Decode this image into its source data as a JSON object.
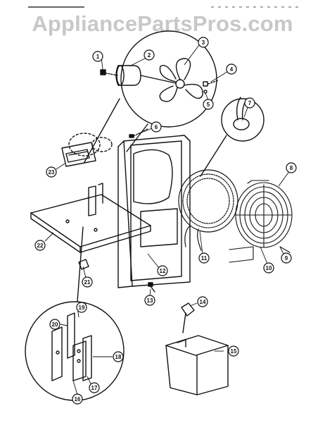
{
  "watermark": "AppliancePartsPros.com",
  "callouts": [
    {
      "id": "1",
      "label": "1"
    },
    {
      "id": "2",
      "label": "2"
    },
    {
      "id": "3",
      "label": "3"
    },
    {
      "id": "4",
      "label": "4"
    },
    {
      "id": "5",
      "label": "5"
    },
    {
      "id": "6",
      "label": "6"
    },
    {
      "id": "7",
      "label": "7"
    },
    {
      "id": "8",
      "label": "8"
    },
    {
      "id": "9",
      "label": "9"
    },
    {
      "id": "10",
      "label": "10"
    },
    {
      "id": "11",
      "label": "11"
    },
    {
      "id": "12",
      "label": "12"
    },
    {
      "id": "13",
      "label": "13"
    },
    {
      "id": "14",
      "label": "14"
    },
    {
      "id": "15",
      "label": "15"
    },
    {
      "id": "16",
      "label": "16"
    },
    {
      "id": "17",
      "label": "17"
    },
    {
      "id": "18",
      "label": "18"
    },
    {
      "id": "19",
      "label": "19"
    },
    {
      "id": "20",
      "label": "20"
    },
    {
      "id": "21",
      "label": "21"
    },
    {
      "id": "22",
      "label": "22"
    },
    {
      "id": "23",
      "label": "23"
    }
  ],
  "colors": {
    "ink": "#111111",
    "watermark": "#c8c8c8",
    "background": "#ffffff"
  }
}
